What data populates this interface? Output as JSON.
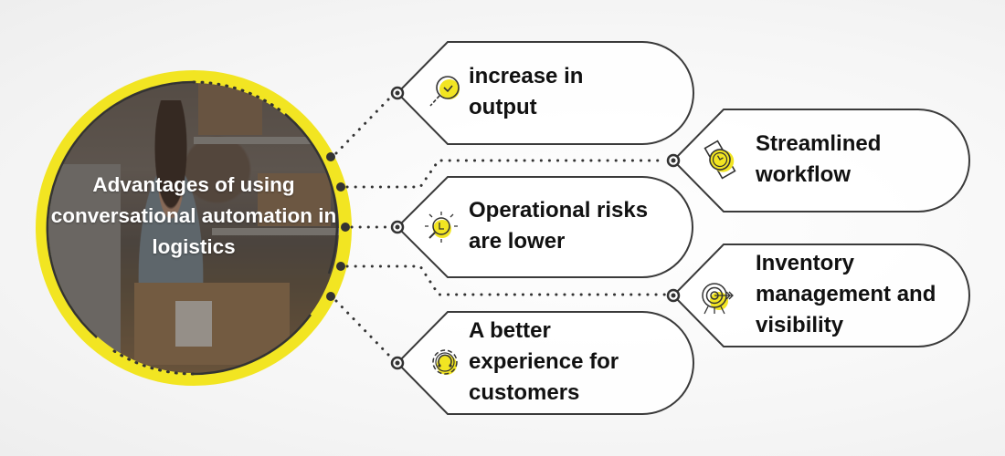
{
  "hub": {
    "title": "Advantages of using conversational automation in logistics",
    "ring_color": "#f2e522"
  },
  "colors": {
    "accent": "#f2e522",
    "outline": "#3a3a3a",
    "text": "#111111"
  },
  "benefits": [
    {
      "label": "increase in output",
      "icon": "magnifier-check-icon",
      "side": "left"
    },
    {
      "label": "Streamlined workflow",
      "icon": "watch-clock-icon",
      "side": "right"
    },
    {
      "label": "Operational risks are lower",
      "icon": "lightbulb-icon",
      "side": "left"
    },
    {
      "label": "Inventory management and visibility",
      "icon": "target-arrow-icon",
      "side": "right"
    },
    {
      "label": "A better experience for customers",
      "icon": "gear-support-icon",
      "side": "left"
    }
  ]
}
